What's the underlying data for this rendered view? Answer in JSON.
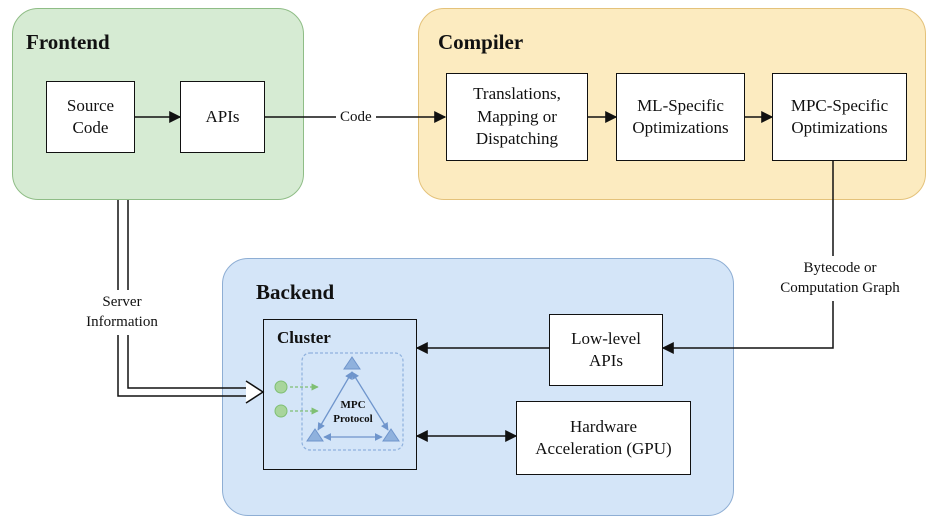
{
  "frontend": {
    "title": "Frontend",
    "source_code": "Source\nCode",
    "apis": "APIs"
  },
  "compiler": {
    "title": "Compiler",
    "translations": "Translations,\nMapping or\nDispatching",
    "ml_opt": "ML-Specific\nOptimizations",
    "mpc_opt": "MPC-Specific\nOptimizations"
  },
  "backend": {
    "title": "Backend",
    "cluster_title": "Cluster",
    "mpc_protocol": "MPC\nProtocol",
    "low_level_apis": "Low-level\nAPIs",
    "hardware": "Hardware\nAcceleration (GPU)"
  },
  "edges": {
    "code": "Code",
    "bytecode": "Bytecode or\nComputation Graph",
    "server_info": "Server\nInformation"
  },
  "colors": {
    "frontend_fill": "#d6ebd3",
    "frontend_border": "#8fbd86",
    "compiler_fill": "#fcebc0",
    "compiler_border": "#e4c27a",
    "backend_fill": "#d4e5f8",
    "backend_border": "#8eaed4",
    "protocol_blue": "#8fb1dd",
    "node_green": "#a8d59c"
  }
}
